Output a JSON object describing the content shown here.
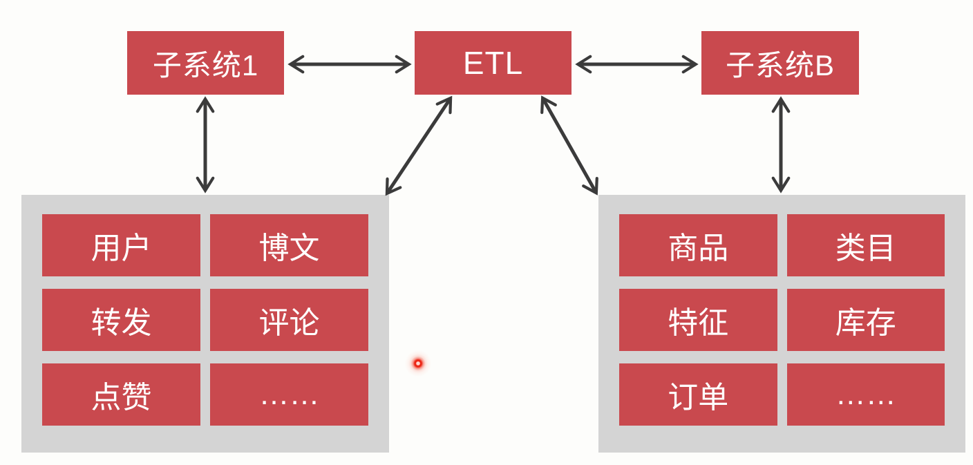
{
  "colors": {
    "background": "#fdfdfb",
    "box_red": "#c9494e",
    "panel_gray": "#d4d4d4",
    "arrow": "#3b3b3b",
    "box_text": "#ffffff",
    "laser_red": "#ec2312"
  },
  "top_row": {
    "subsystem1_label": "子系统1",
    "etl_label": "ETL",
    "subsystemB_label": "子系统B"
  },
  "left_panel": {
    "items": [
      "用户",
      "博文",
      "转发",
      "评论",
      "点赞",
      "……"
    ]
  },
  "right_panel": {
    "items": [
      "商品",
      "类目",
      "特征",
      "库存",
      "订单",
      "……"
    ]
  },
  "connections": [
    {
      "from": "subsystem1",
      "to": "etl",
      "bidirectional": true
    },
    {
      "from": "etl",
      "to": "subsystemB",
      "bidirectional": true
    },
    {
      "from": "subsystem1",
      "to": "left_panel",
      "bidirectional": true
    },
    {
      "from": "subsystemB",
      "to": "right_panel",
      "bidirectional": true
    },
    {
      "from": "etl",
      "to": "left_panel",
      "bidirectional": true
    },
    {
      "from": "etl",
      "to": "right_panel",
      "bidirectional": true
    }
  ]
}
